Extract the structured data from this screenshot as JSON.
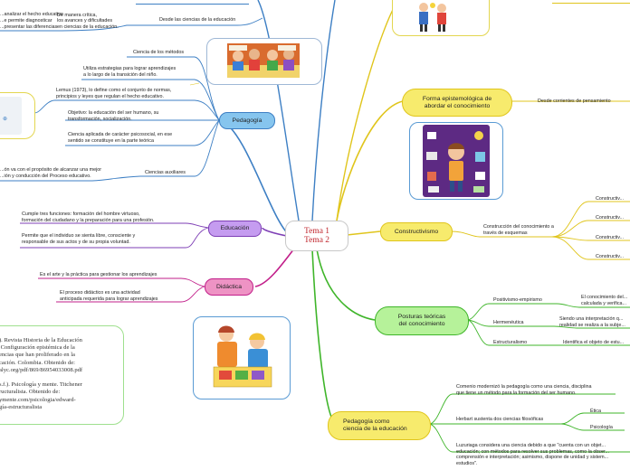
{
  "central": {
    "line1": "Tema 1",
    "line2": "Tema 2"
  },
  "top_left": {
    "l1": "...analizar el hecho educativo",
    "l2": "...e permite diagnosticar",
    "l3": "...presentar las diferencias",
    "r1": "De manera crítica,",
    "r2": "los avances y dificultades",
    "r3": "en ciencias de la educación.",
    "desde": "Desde las ciencias de la educación"
  },
  "pedagogia": {
    "label": "Pedagogía",
    "items": [
      "Ciencia de los métodos",
      "Utiliza estrategias para lograr aprendizajes\na lo largo de la transición del niño.",
      "Lemus (1973), lo define como el conjunto de normas,\nprincipios y leyes que regulan el hecho educativo.",
      "Objetivo: la educación del ser humano, su\ntransformación, socialización.",
      "Ciencia aplicada de carácter psicosocial, en ese\nsentido se constituye en la parte teórica",
      "Ciencias auxiliares"
    ],
    "left_note": "...ón va con el propósito de alcanzar una mejor\n...ión y conducción del Proceso educativo."
  },
  "educacion": {
    "label": "Educación",
    "items": [
      "Cumple tres funciones: formación del hombre virtuoso,\nformación del ciudadano y la preparación para una profesión.",
      "Permite que el individuo se sienta libre, consciente y\nresponsable de sus actos y de su propia voluntad."
    ]
  },
  "didactica": {
    "label": "Didáctica",
    "items": [
      "Es el arte y la práctica para gestionar los aprendizajes",
      "El proceso didáctico es una actividad\nanticipada requerida para lograr aprendizajes"
    ]
  },
  "references": "...). Revista Historia de la Educación\n... Configuración epistémica de la\n...encias que han proliferado en la\n...cación. Colombia. Obtenido de:\n...alyc.org/pdf/869/86954033008.pdf\n\n...s.f.). Psicología y mente. Titchener\n...ructuralista. Obtenido de:\n...ymente.com/psicologia/edward-\n...gía-estructuralista",
  "forma": {
    "label": "Forma epistemológica de\nabordar el conocimiento",
    "item": "Desde corrientes de pensamiento"
  },
  "constructivismo": {
    "label": "Constructivismo",
    "item": "Construcción del conocimiento a\ntravés de esquemas",
    "subs": [
      "Constructiv...",
      "Constructiv...",
      "Constructiv...",
      "Constructiv..."
    ]
  },
  "posturas": {
    "label": "Posturas teóricas\ndel conocimiento",
    "items": [
      {
        "name": "Positivismo-empirismo",
        "desc": "El conocimiento del...\ncalculada y verifica..."
      },
      {
        "name": "Hermenéutica",
        "desc": "Siendo una interpretación q...\nrealidad se realiza a la subje..."
      },
      {
        "name": "Estructuralismo",
        "desc": "Identifica el objeto de estu..."
      }
    ]
  },
  "pedagogia_ciencia": {
    "label": "Pedagogía como\nciencia de la educación",
    "comenio": "Comenio modernizó la pedagogía como una ciencia, disciplina\nque tiene un método para la formación del ser humano.",
    "herbart": "Herbart sustenta dos ciencias filosóficas",
    "etica": "Ética",
    "psicologia": "Psicología",
    "luzuriaga": "Luzuriaga considera una ciencia debido a que \"cuenta con un objet...\neducación; con métodos para resolver sus problemas, como la obser...\ncomprensión e interpretación; asimismo, dispone de unidad y sistem...\nestudios\"."
  },
  "colors": {
    "pink": "#ee93c4",
    "purple": "#c59cf0",
    "blue": "#86c5ee",
    "yellow": "#f7eb6d",
    "green": "#b6f29a",
    "dark": "#5d2a83"
  }
}
